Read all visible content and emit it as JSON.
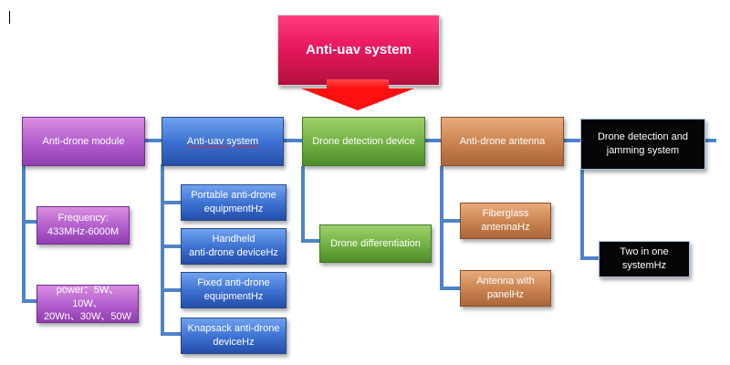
{
  "title": "Anti-uav system",
  "columns": [
    {
      "header": "Anti-drone module",
      "children": [
        "Frequency:\n433MHz-6000M",
        "power：5W、10W、\n20Wn、30W、50W"
      ]
    },
    {
      "header": "Anti-uav system",
      "children": [
        "Portable anti-drone\nequipmentHz",
        "Handheld\nanti-drone deviceHz",
        "Fixed anti-drone\nequipmentHz",
        "Knapsack anti-drone\ndeviceHz"
      ]
    },
    {
      "header": "Drone detection device",
      "children": [
        "Drone differentiation"
      ]
    },
    {
      "header": "Anti-drone antenna",
      "children": [
        "Fiberglass\nantennaHz",
        "Antenna with\npanelHz"
      ]
    },
    {
      "header": "Drone detection and\njamming system",
      "children": [
        "Two in one\nsystemHz"
      ]
    }
  ],
  "colors": {
    "title": "#e8185d",
    "arrow": "#ff0f0f",
    "connector": "#4f83c9",
    "module": "#b15ccc",
    "system": "#3b6fd0",
    "detection": "#70b043",
    "antenna": "#c9824f",
    "jamming": "#050505"
  }
}
